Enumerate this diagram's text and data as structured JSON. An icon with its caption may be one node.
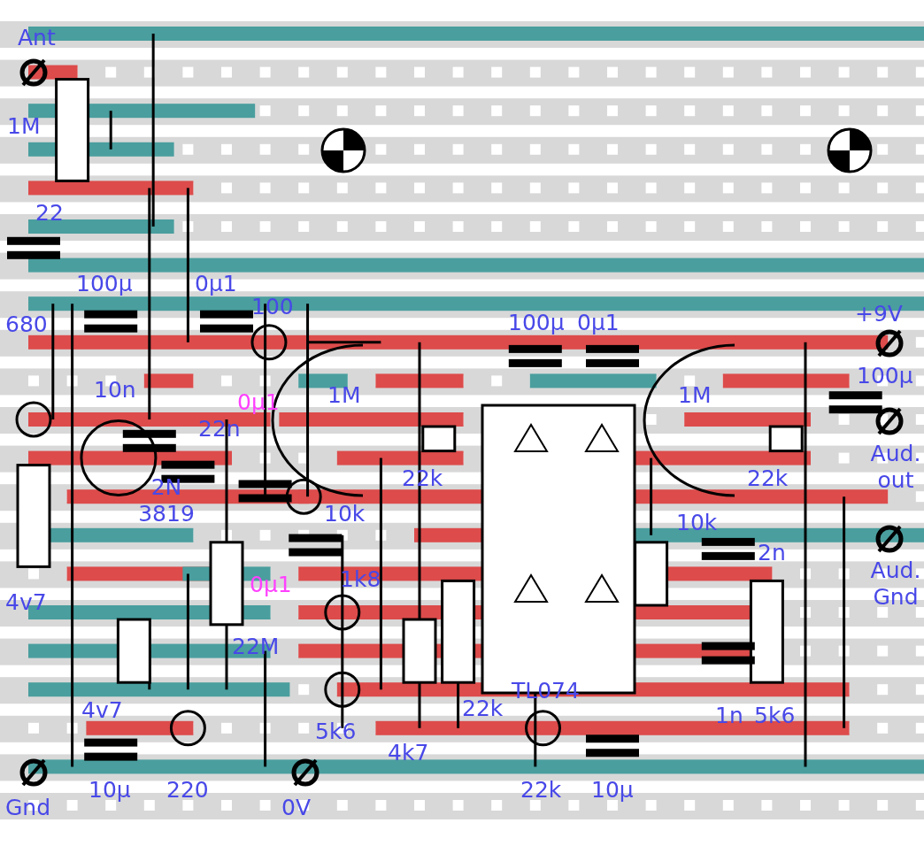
{
  "diagram": {
    "labels": [
      "Ant",
      "1M",
      "22",
      "100μ",
      "0μ1",
      "100",
      "+9V",
      "680",
      "100μ",
      "0μ1",
      "100μ",
      "10n",
      "0μ1",
      "1M",
      "1M",
      "22n",
      "Aud. out",
      "22k",
      "22k",
      "2N 3819",
      "10k",
      "10k",
      "2n",
      "Aud. Gnd",
      "4v7",
      "0μ1",
      "1k8",
      "22M",
      "TL074",
      "4v7",
      "22k",
      "1n",
      "5k6",
      "5k6",
      "4k7",
      "Gnd",
      "10μ",
      "220",
      "0V",
      "22k",
      "10μ"
    ]
  }
}
